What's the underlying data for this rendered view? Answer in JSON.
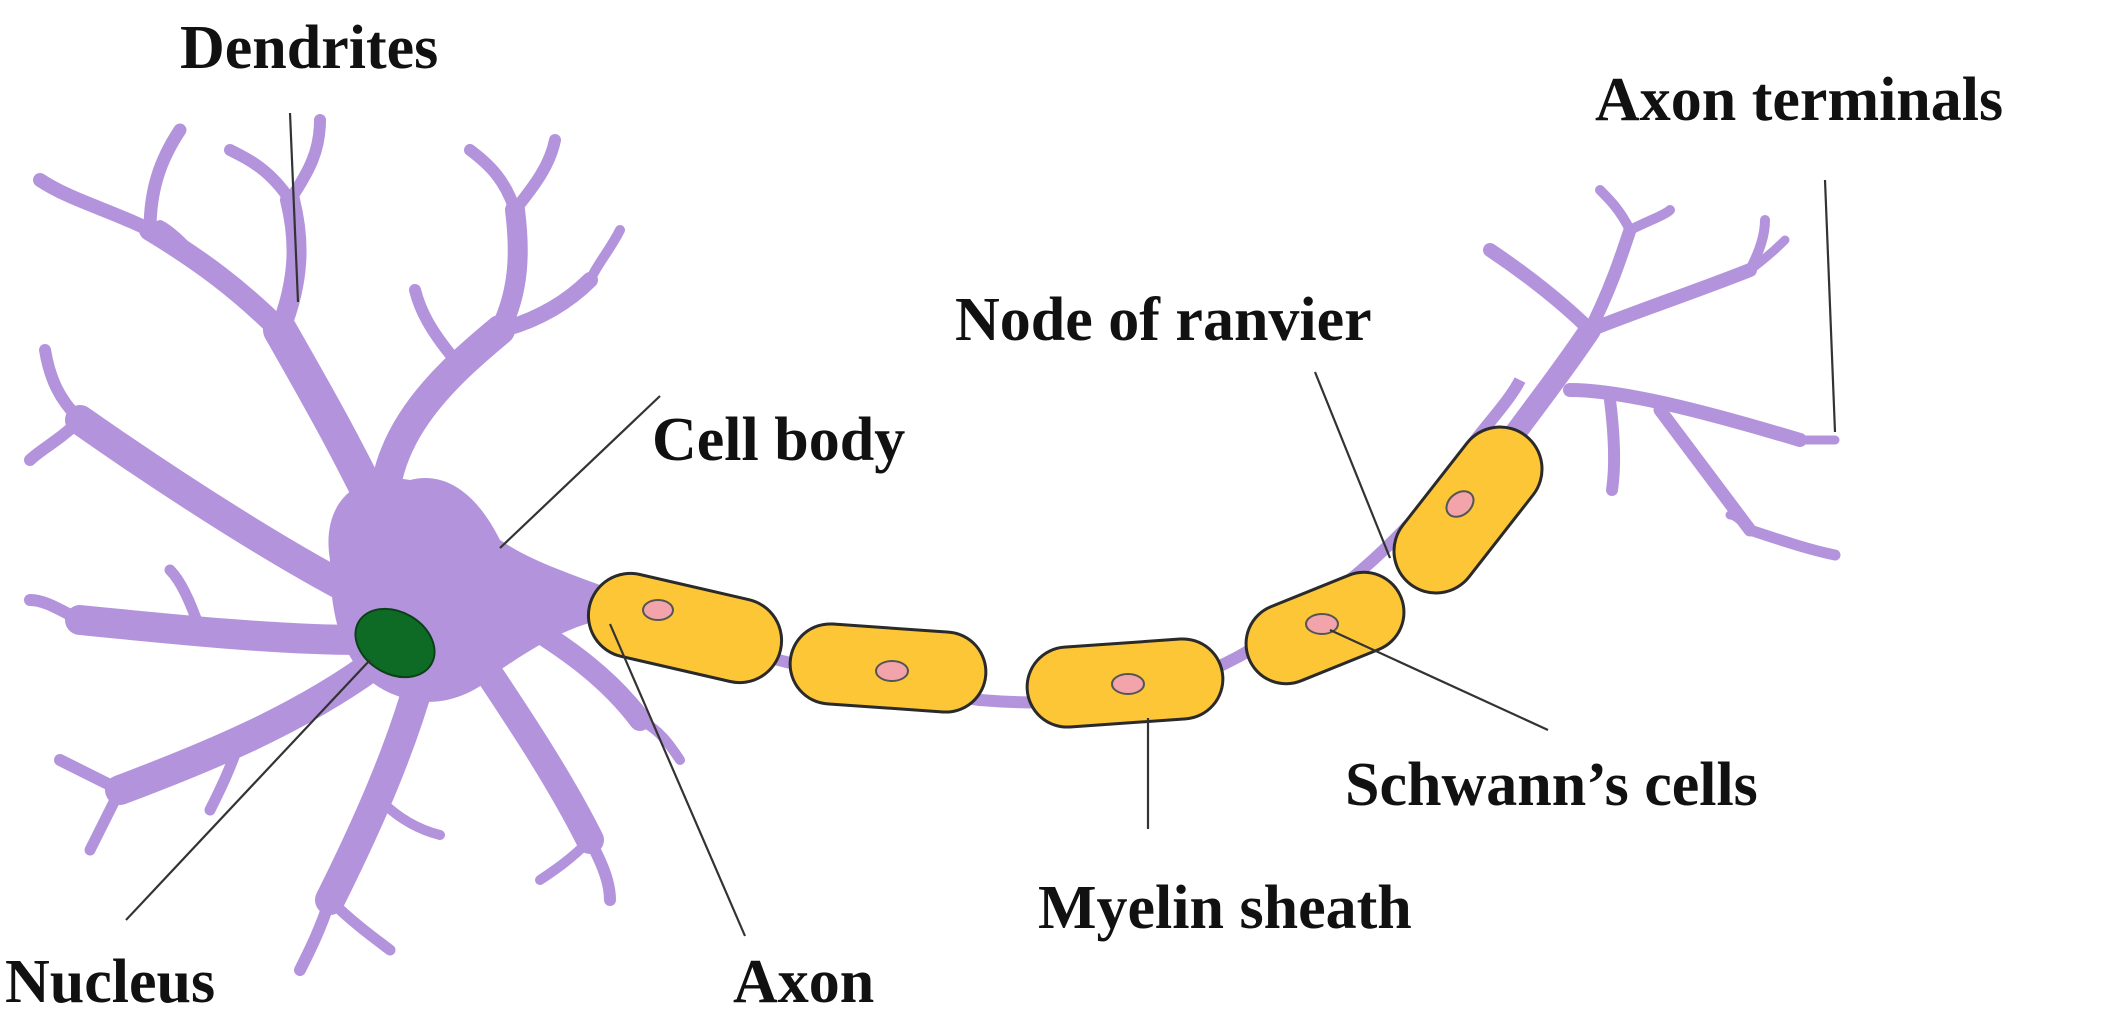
{
  "labels": {
    "dendrites": "Dendrites",
    "axon_terminals": "Axon terminals",
    "node_of_ranvier": "Node of ranvier",
    "cell_body": "Cell body",
    "schwanns_cells": "Schwann’s cells",
    "myelin_sheath": "Myelin sheath",
    "nucleus": "Nucleus",
    "axon": "Axon"
  },
  "colors": {
    "neuron": "#b394dc",
    "nucleus": "#0e6b26",
    "sheath": "#fdc637",
    "schwann_nucleus": "#f3a3aa",
    "leader": "#333333",
    "text": "#111111",
    "background": "#ffffff"
  }
}
